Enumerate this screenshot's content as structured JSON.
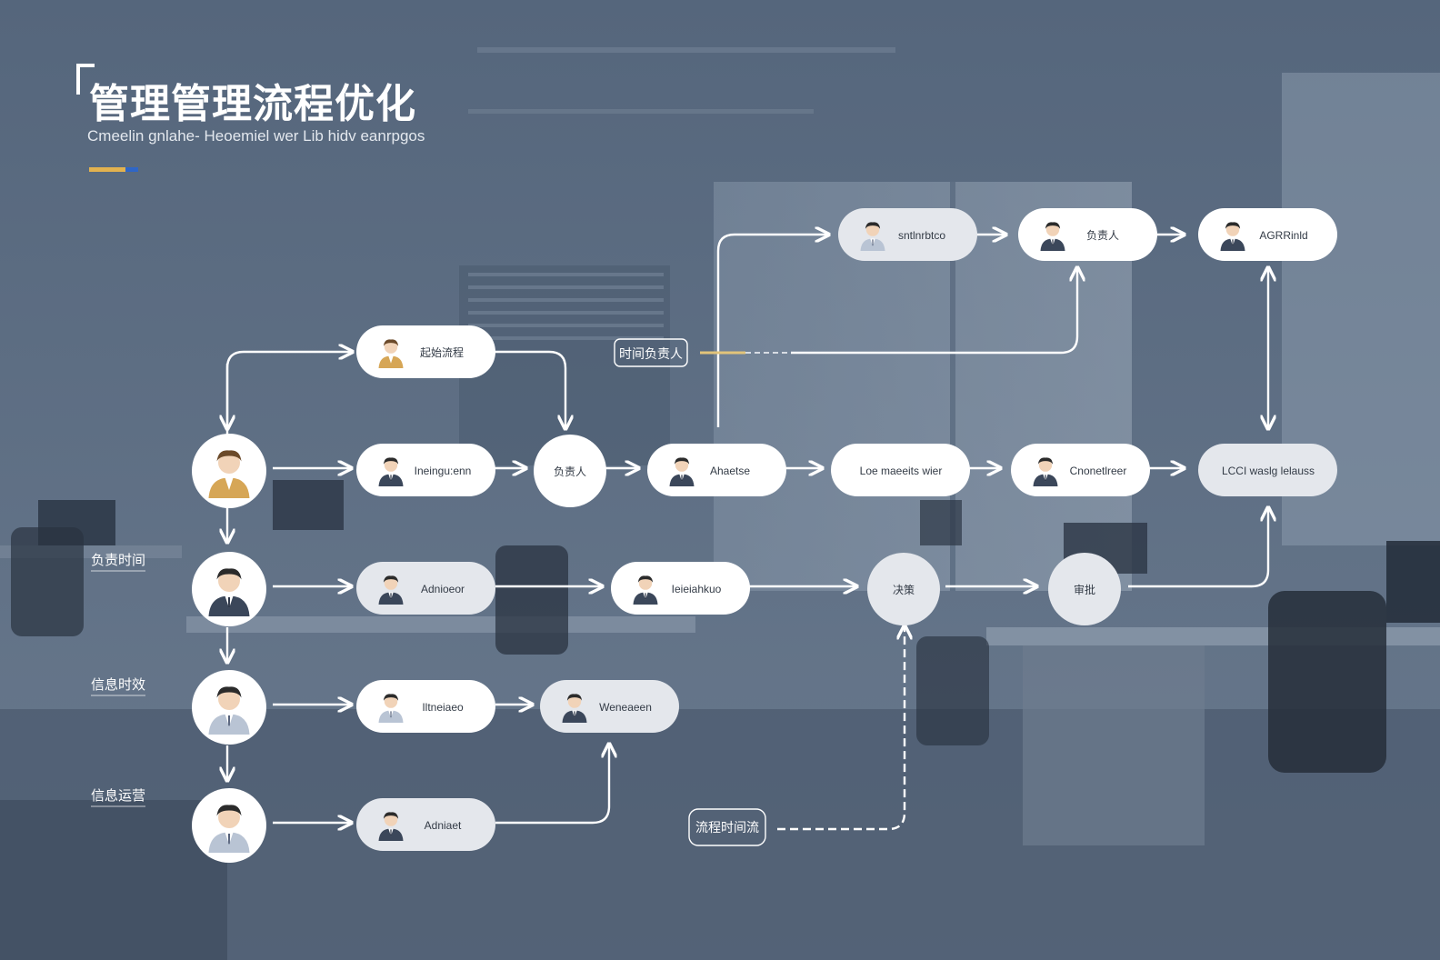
{
  "header": {
    "title": "管理管理流程优化",
    "subtitle": "Cmeelin gnlahe- Heoemiel wer Lib hidv eanrpgos"
  },
  "colors": {
    "background": "#5e6f85",
    "node_fill": "#ffffff",
    "node_fill_muted": "#e4e7ec",
    "arrow": "#ffffff",
    "accent_gold": "#e2b24f",
    "accent_blue": "#2f66c6"
  },
  "side_labels": {
    "row2": "负责时间",
    "row3": "信息时效",
    "row4": "信息运营"
  },
  "nodes": {
    "top_1": "sntlnrbtco",
    "top_2": "负责人",
    "top_3": "AGRRinld",
    "upper": "起始流程",
    "mid_1": "Ineingu:enn",
    "mid_circle": "负责人",
    "mid_2": "Ahaetse",
    "mid_3": "Loe maeeits wier",
    "mid_4": "Cnonetlreer",
    "mid_5": "LCCI waslg lelauss",
    "row2_1": "Adnioeor",
    "row2_2": "Ieieiahkuo",
    "row2_circle1": "决策",
    "row2_circle2": "审批",
    "row3_1": "Iltneiaeo",
    "row3_2": "Weneaeen",
    "row4_1": "Adniaet",
    "label_time_owner": "时间负责人",
    "label_bottom": "流程时间流"
  },
  "icons": {
    "person": "person-avatar-icon",
    "arrow": "arrow-right-icon"
  }
}
